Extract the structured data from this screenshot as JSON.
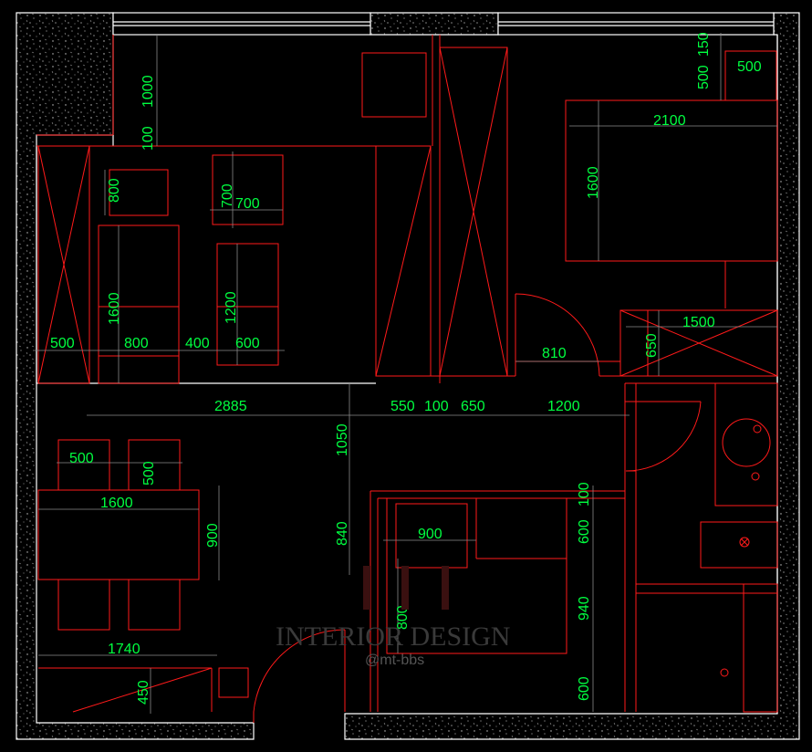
{
  "drawing": {
    "dimensions": {
      "d1000": "1000",
      "d100_top": "100",
      "d800_chair": "800",
      "d700_v": "700",
      "d700_h": "700",
      "d1600_sofa": "1600",
      "d1200_table": "1200",
      "d500_cab": "500",
      "d800_sofa": "800",
      "d400": "400",
      "d600_table": "600",
      "d500_top": "500",
      "d150": "150",
      "d500_box": "500",
      "d2100": "2100",
      "d1600_bed": "1600",
      "d1500": "1500",
      "d650_v": "650",
      "d810": "810",
      "d2885": "2885",
      "d550": "550",
      "d100_mid": "100",
      "d650_h": "650",
      "d1200_h": "1200",
      "d1050": "1050",
      "d840": "840",
      "d500_chair": "500",
      "d500_chair_v": "500",
      "d1600_dining": "1600",
      "d900_dining": "900",
      "d1740": "1740",
      "d450": "450",
      "d900_desk": "900",
      "d800_desk": "800",
      "d100_right": "100",
      "d600_right_a": "600",
      "d940": "940",
      "d600_right_b": "600"
    },
    "watermark": {
      "title": "INTERIOR DESIGN",
      "subtitle": "@mt-bbs"
    },
    "colors": {
      "lines": "#ff1a1a",
      "dimensions": "#00ff40",
      "walls": "#ffffff",
      "background": "#000000"
    }
  }
}
